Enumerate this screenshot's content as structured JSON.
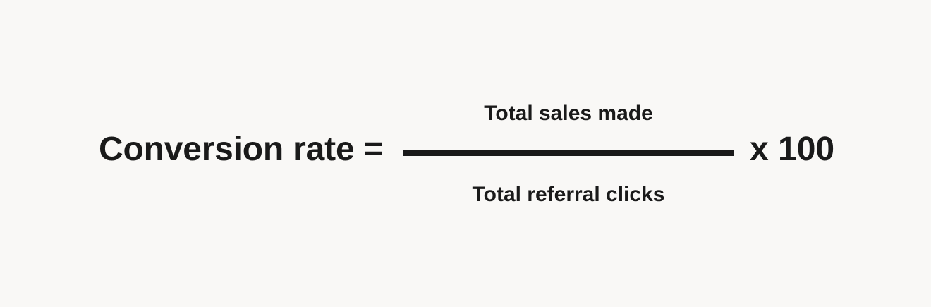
{
  "formula": {
    "lhs": "Conversion rate =",
    "numerator": "Total sales made",
    "denominator": "Total referral clicks",
    "multiplier": "x 100"
  },
  "colors": {
    "background": "#f9f8f6",
    "text": "#1a1a1a"
  }
}
